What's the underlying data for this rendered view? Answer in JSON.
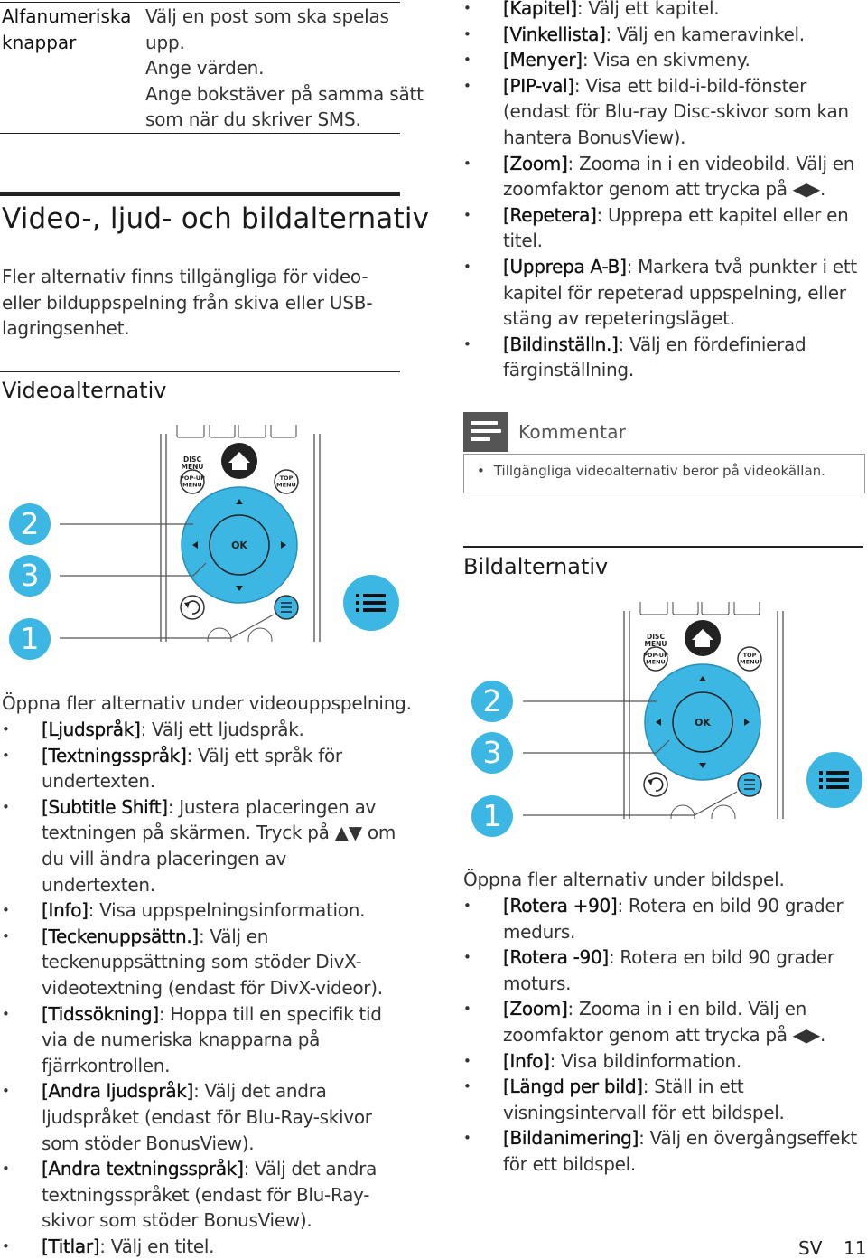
{
  "table": {
    "label_line1": "Alfanumeriska",
    "label_line2": "knappar",
    "desc": [
      "Välj en post som ska spelas",
      "upp.",
      "Ange värden.",
      "Ange bokstäver på samma sätt",
      "som när du skriver SMS."
    ]
  },
  "section": {
    "title": "Video-, ljud- och bildalternativ",
    "intro": [
      "Fler alternativ finns tillgängliga för video-",
      "eller bilduppspelning från skiva eller USB-",
      "lagringsenhet."
    ]
  },
  "video": {
    "heading": "Videoalternativ",
    "intro": "Öppna fler alternativ under videouppspelning.",
    "items": [
      {
        "key": "[Ljudspråk]",
        "text": ": Välj ett ljudspråk."
      },
      {
        "key": "[Textningsspråk]",
        "text": ": Välj ett språk för undertexten."
      },
      {
        "key": "[Subtitle Shift]",
        "text": ": Justera placeringen av textningen på skärmen. Tryck på ▲▼ om du vill ändra placeringen av undertexten."
      },
      {
        "key": "[Info]",
        "text": ": Visa uppspelningsinformation."
      },
      {
        "key": "[Teckenuppsättn.]",
        "text": ": Välj en teckenuppsättning som stöder DivX-videotextning (endast för DivX-videor)."
      },
      {
        "key": "[Tidssökning]",
        "text": ": Hoppa till en specifik tid via de numeriska knapparna på fjärrkontrollen."
      },
      {
        "key": "[Andra ljudspråk]",
        "text": ": Välj det andra ljudspråket (endast för Blu-Ray-skivor som stöder BonusView)."
      },
      {
        "key": "[Andra textningsspråk]",
        "text": ": Välj det andra textningsspråket (endast för Blu-Ray-skivor som stöder BonusView)."
      },
      {
        "key": "[Titlar]",
        "text": ": Välj en titel."
      }
    ],
    "items_right": [
      {
        "key": "[Kapitel]",
        "text": ": Välj ett kapitel."
      },
      {
        "key": "[Vinkellista]",
        "text": ": Välj en kameravinkel."
      },
      {
        "key": "[Menyer]",
        "text": ": Visa en skivmeny."
      },
      {
        "key": "[PIP-val]",
        "text": ": Visa ett bild-i-bild-fönster (endast för Blu-ray Disc-skivor som kan hantera BonusView)."
      },
      {
        "key": "[Zoom]",
        "text": ": Zooma in i en videobild. Välj en zoomfaktor genom att trycka på ◀▶."
      },
      {
        "key": "[Repetera]",
        "text": ": Upprepa ett kapitel eller en titel."
      },
      {
        "key": "[Upprepa A-B]",
        "text": ": Markera två punkter i ett kapitel för repeterad uppspelning, eller stäng av repeteringsläget."
      },
      {
        "key": "[Bildinställn.]",
        "text": ": Välj en fördefinierad färginställning."
      }
    ]
  },
  "note": {
    "title": "Kommentar",
    "item": "Tillgängliga videoalternativ beror på videokällan."
  },
  "picture": {
    "heading": "Bildalternativ",
    "intro": "Öppna fler alternativ under bildspel.",
    "items": [
      {
        "key": "[Rotera +90]",
        "text": ": Rotera en bild 90 grader medurs."
      },
      {
        "key": "[Rotera -90]",
        "text": ": Rotera en bild 90 grader moturs."
      },
      {
        "key": "[Zoom]",
        "text": ": Zooma in i en bild. Välj en zoomfaktor genom att trycka på ◀▶."
      },
      {
        "key": "[Info]",
        "text": ": Visa bildinformation."
      },
      {
        "key": "[Längd per bild]",
        "text": ": Ställ in ett visningsintervall för ett bildspel."
      },
      {
        "key": "[Bildanimering]",
        "text": ": Välj en övergångseffekt för ett bildspel."
      }
    ]
  },
  "remote": {
    "disc_menu_1": "DISC",
    "disc_menu_2": "MENU",
    "popup_1": "POP-UP",
    "popup_2": "MENU",
    "top_1": "TOP",
    "top_2": "MENU",
    "ok": "OK",
    "badges": [
      "2",
      "3",
      "1"
    ],
    "accent": "#3cb6e3"
  },
  "footer": {
    "lang": "SV",
    "page": "11"
  }
}
